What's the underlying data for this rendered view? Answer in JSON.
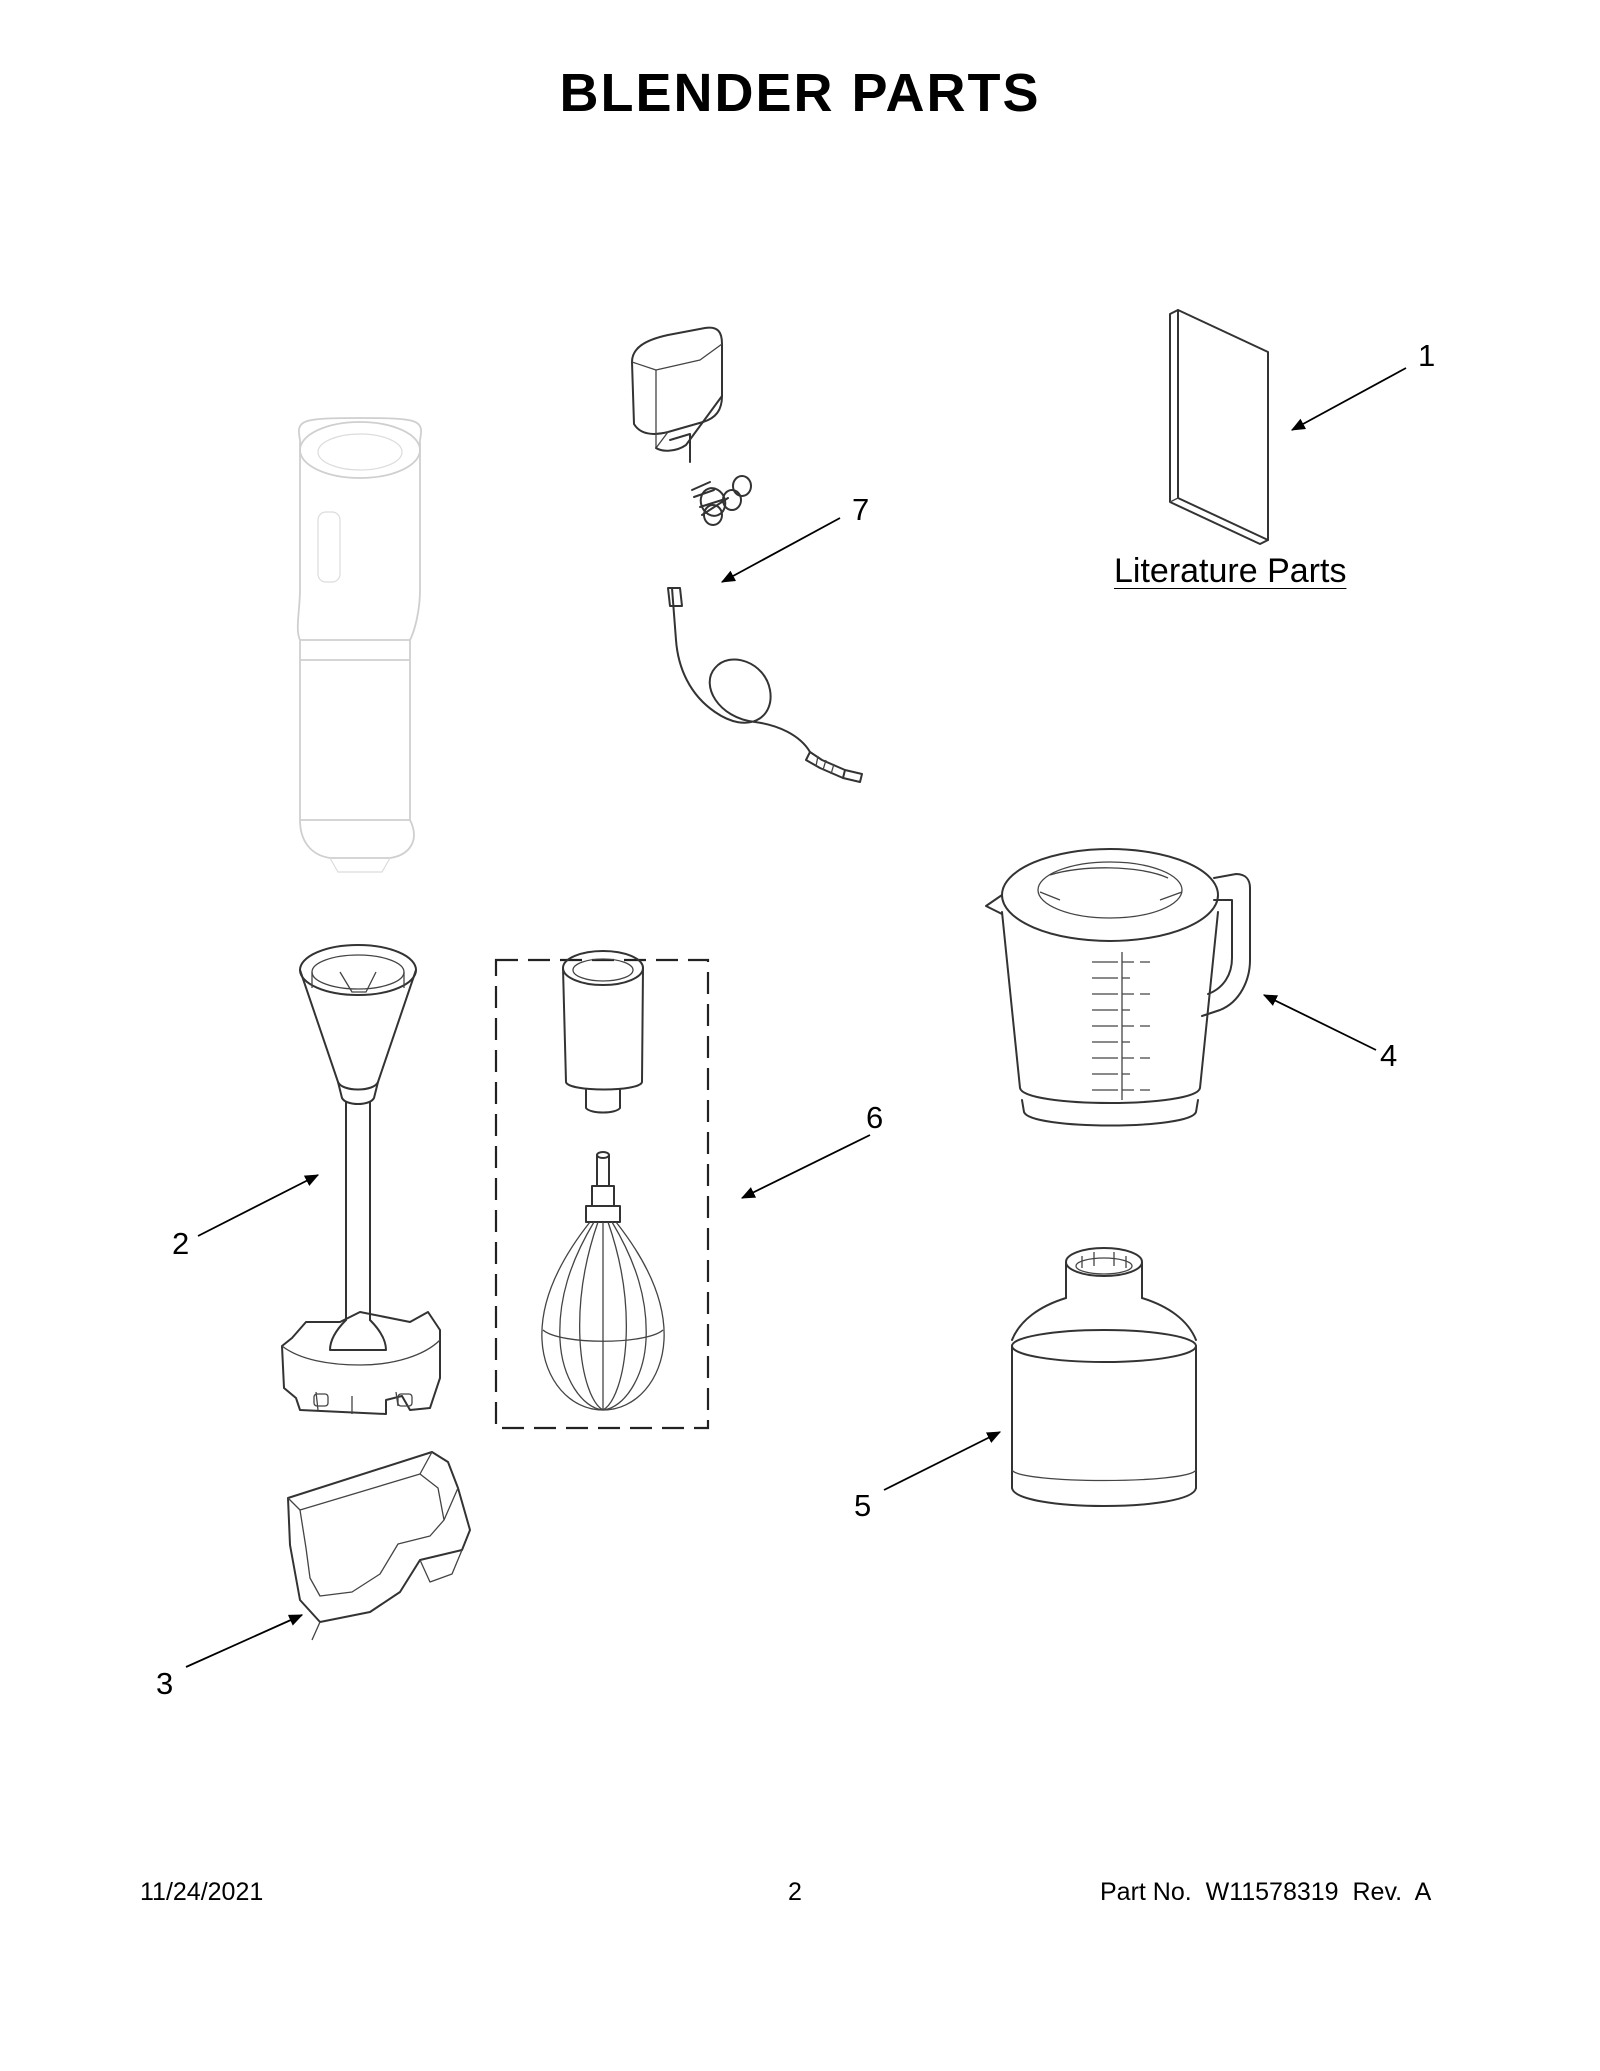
{
  "page": {
    "title": "BLENDER PARTS",
    "literature_label": "Literature Parts"
  },
  "callouts": {
    "c1": "1",
    "c2": "2",
    "c3": "3",
    "c4": "4",
    "c5": "5",
    "c6": "6",
    "c7": "7"
  },
  "footer": {
    "date": "11/24/2021",
    "page_number": "2",
    "part_label": "Part No.",
    "part_number": "W11578319",
    "rev_label": "Rev.",
    "rev": "A"
  }
}
